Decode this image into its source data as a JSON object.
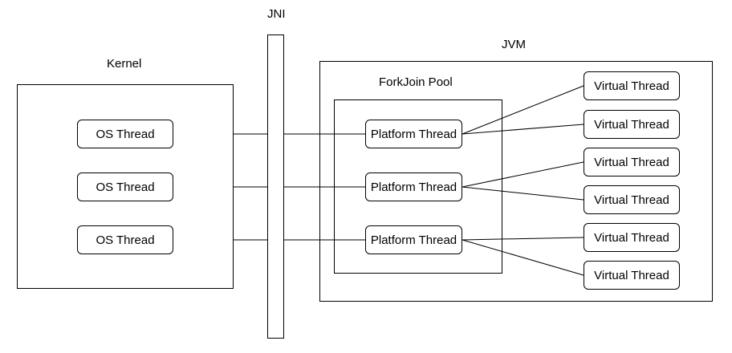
{
  "labels": {
    "jni": "JNI",
    "kernel": "Kernel",
    "jvm": "JVM",
    "forkjoin": "ForkJoin Pool"
  },
  "os_threads": [
    "OS Thread",
    "OS Thread",
    "OS Thread"
  ],
  "platform_threads": [
    "Platform Thread",
    "Platform Thread",
    "Platform Thread"
  ],
  "virtual_threads": [
    "Virtual Thread",
    "Virtual Thread",
    "Virtual Thread",
    "Virtual Thread",
    "Virtual Thread",
    "Virtual Thread"
  ]
}
